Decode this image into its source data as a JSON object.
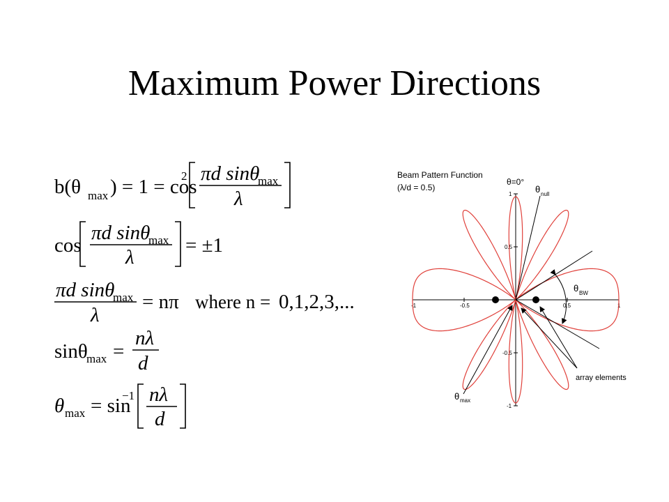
{
  "title": "Maximum Power Directions",
  "equations": {
    "eq1": {
      "lhs": "b(θ",
      "sub": "max",
      "mid": ") = 1 = cos",
      "sup": "2",
      "num": "πd sinθ",
      "numsub": "max",
      "den": "λ"
    },
    "eq2": {
      "fn": "cos",
      "num": "πd sinθ",
      "numsub": "max",
      "den": "λ",
      "rhs": "= ±1"
    },
    "eq3": {
      "num": "πd sinθ",
      "numsub": "max",
      "den": "λ",
      "rhs": "= nπ",
      "where": "where n =",
      "values": "0,1,2,3,..."
    },
    "eq4": {
      "lhs": "sinθ",
      "sub": "max",
      "eq": "=",
      "num": "nλ",
      "den": "d"
    },
    "eq5": {
      "lhs": "θ",
      "sub": "max",
      "mid": "= sin",
      "sup": "−1",
      "num": "nλ",
      "den": "d"
    }
  },
  "figure": {
    "heading": "Beam Pattern Function",
    "subheading": "(λ/d = 0.5)",
    "theta_zero": "θ=0°",
    "theta_null": "θ",
    "theta_null_sub": "null",
    "theta_bw": "θ",
    "theta_bw_sub": "BW",
    "theta_max": "θ",
    "theta_max_sub": "max",
    "array_label": "array elements",
    "x_ticks": [
      "-1",
      "-0.5",
      "0.5",
      "1"
    ],
    "y_ticks": [
      "1",
      "0.5",
      "-0.5",
      "-1"
    ],
    "colors": {
      "pattern": "#e0403a",
      "axes": "#000000"
    }
  }
}
